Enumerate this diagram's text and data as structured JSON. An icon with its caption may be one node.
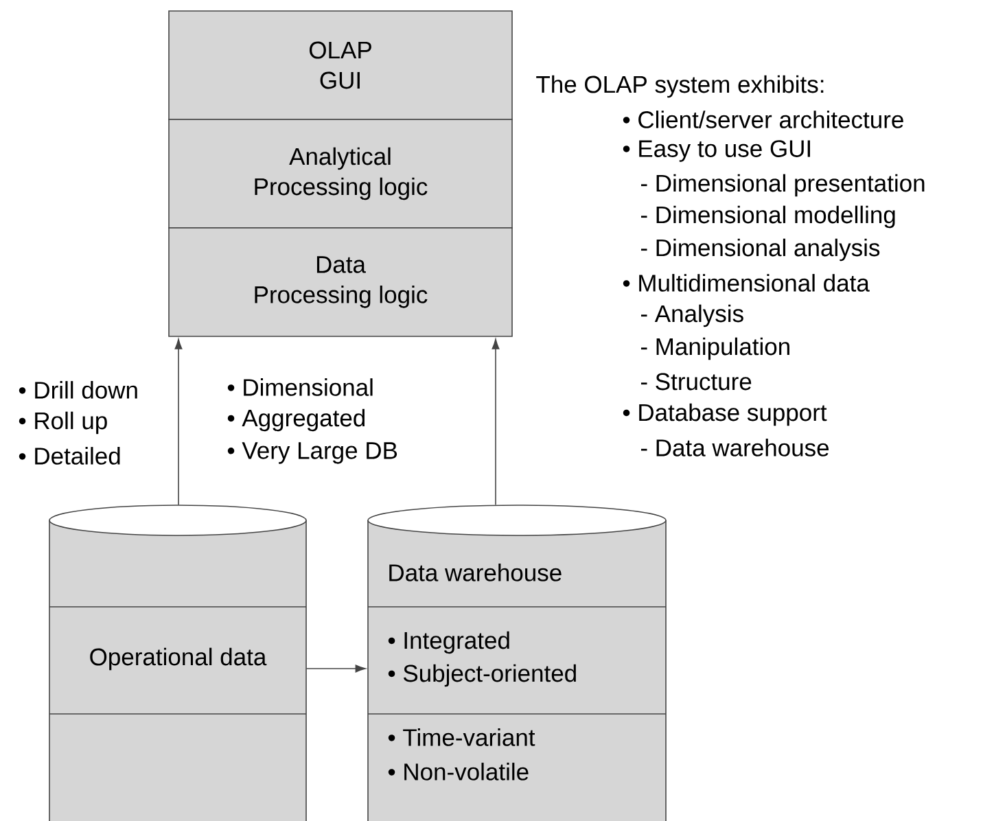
{
  "diagram": {
    "nodes": [
      {
        "text": [
          "OLAP",
          "GUI"
        ]
      },
      {
        "text": [
          "Analytical",
          "Processing logic"
        ]
      },
      {
        "text": [
          "Data",
          "Processing logic"
        ]
      },
      {
        "text": [
          "Operational data"
        ]
      },
      {
        "text": [
          "Data warehouse",
          "• Integrated",
          "• Subject-oriented",
          "• Time-variant",
          "• Non-volatile"
        ]
      }
    ],
    "edges": [
      {
        "from": 3,
        "to": 2,
        "arrow": "to"
      },
      {
        "from": 4,
        "to": 2,
        "arrow": "to"
      },
      {
        "from": 3,
        "to": 4,
        "arrow": "to"
      }
    ],
    "labels": [
      "The OLAP system exhibits:",
      "• Client/server architecture",
      "• Easy to use GUI",
      "- Dimensional presentation",
      "- Dimensional modelling",
      "- Dimensional analysis",
      "• Multidimensional data",
      "- Analysis",
      "- Manipulation",
      "- Structure",
      "• Database support",
      "- Data warehouse",
      "• Drill down",
      "• Roll up",
      "• Detailed",
      "• Dimensional",
      "• Aggregated",
      "• Very Large DB"
    ]
  }
}
